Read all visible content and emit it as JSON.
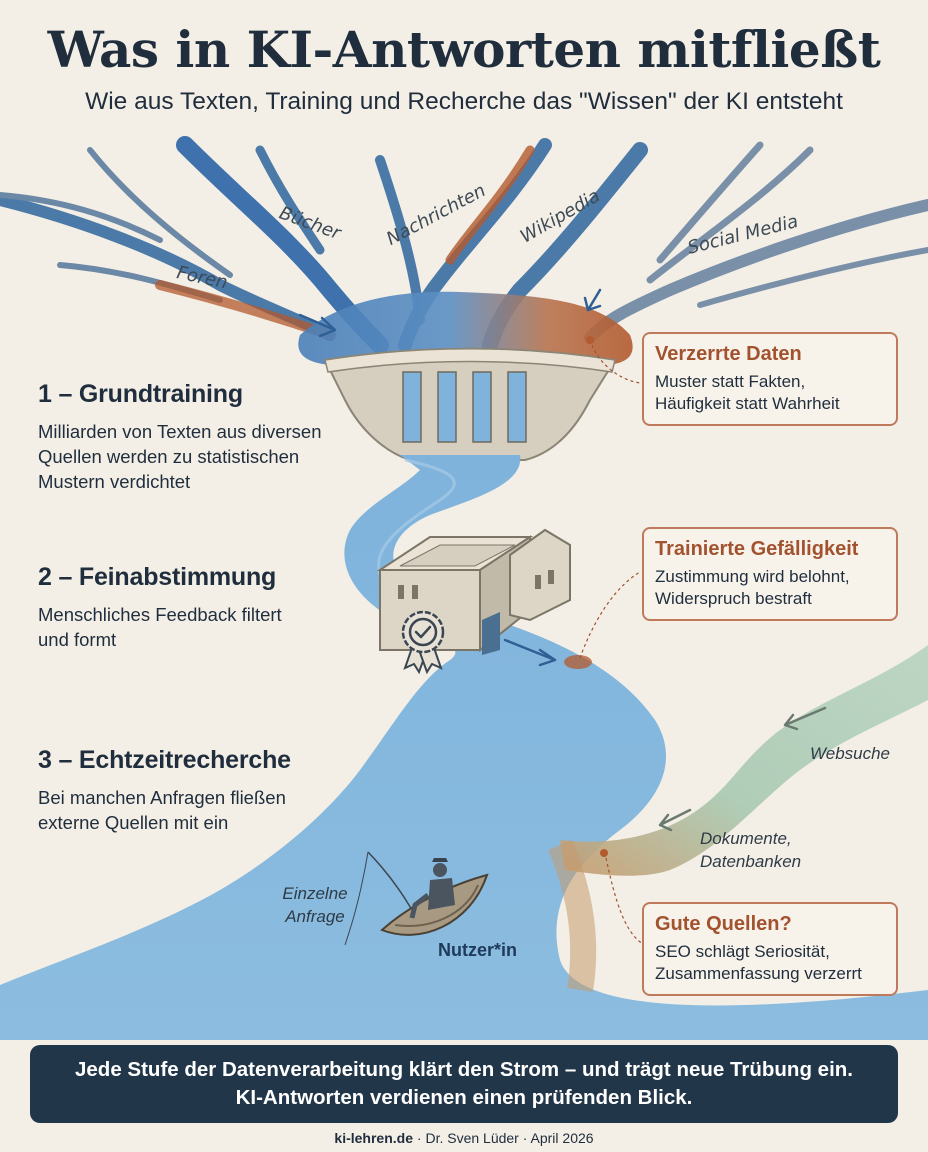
{
  "header": {
    "title": "Was in KI-Antworten mitfließt",
    "subtitle": "Wie aus Texten, Training und Recherche das \"Wissen\" der KI entsteht"
  },
  "sources": {
    "foren": "Foren",
    "buecher": "Bücher",
    "nachrichten": "Nachrichten",
    "wikipedia": "Wikipedia",
    "social_media": "Social Media"
  },
  "stages": [
    {
      "title": "1 – Grundtraining",
      "description": "Milliarden von Texten aus diversen Quellen werden zu statistischen Mustern verdichtet"
    },
    {
      "title": "2 – Feinabstimmung",
      "description": "Menschliches Feedback filtert und formt"
    },
    {
      "title": "3 – Echtzeitrecherche",
      "description": "Bei manchen Anfragen fließen externe Quellen mit ein"
    }
  ],
  "callouts": [
    {
      "title": "Verzerrte Daten",
      "text": "Muster statt Fakten, Häufigkeit statt Wahrheit"
    },
    {
      "title": "Trainierte Gefälligkeit",
      "text": "Zustimmung wird belohnt, Widerspruch bestraft"
    },
    {
      "title": "Gute Quellen?",
      "text": "SEO schlägt Seriosität, Zusammenfassung verzerrt"
    }
  ],
  "flow_labels": {
    "websuche": "Websuche",
    "dokumente": "Dokumente, Datenbanken",
    "einzelne_anfrage": "Einzelne Anfrage",
    "nutzer": "Nutzer*in"
  },
  "banner": "Jede Stufe der Datenverarbeitung klärt den Strom – und trägt neue Trübung ein. KI-Antworten verdienen einen prüfenden Blick.",
  "footer": {
    "site": "ki-lehren.de",
    "rest": " · Dr. Sven Lüder · April 2026"
  },
  "colors": {
    "background": "#f3efe6",
    "water": "#6fa8d4",
    "sediment": "#b35a2e",
    "callout_accent": "#a3522f",
    "banner": "#22364a"
  },
  "icons": [
    "certificate-rosette-icon",
    "fishing-boat-icon",
    "flow-arrow-icon"
  ]
}
